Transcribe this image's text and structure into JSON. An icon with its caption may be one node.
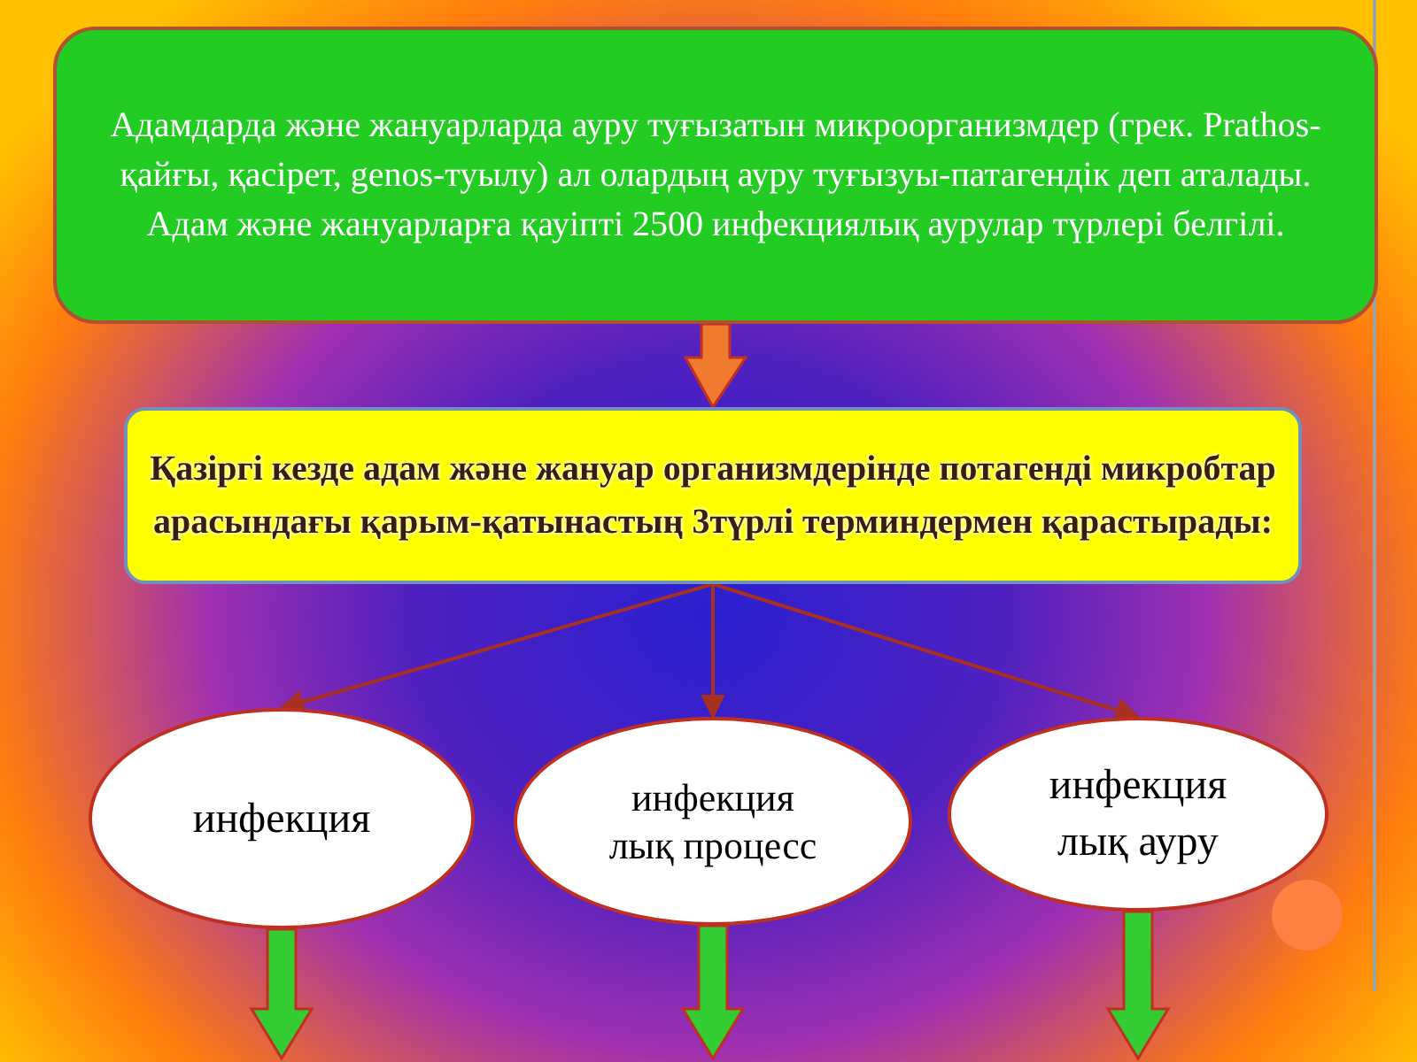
{
  "diagram": {
    "nodes": [
      {
        "text": [
          "Адамдарда және жануарларда ауру туғызатын микроорганизмдер (грек. Prathos-қайғы, қасірет, genos-туылу) ал олардың ауру туғызуы-патагендік деп аталады. Адам және жануарларға қауіпті 2500 инфекциялық аурулар түрлері белгілі."
        ]
      },
      {
        "text": [
          "Қазіргі кезде адам және жануар организмдерінде потагенді микробтар арасындағы қарым-қатынастың 3түрлі терминдермен қарастырады:"
        ]
      },
      {
        "text": [
          "инфекция"
        ]
      },
      {
        "text": [
          "инфекция лық процесс"
        ]
      },
      {
        "text": [
          "инфекция лық ауру"
        ]
      }
    ],
    "edges": [
      {
        "from": 0,
        "to": 1,
        "arrow": "to",
        "style": "thick",
        "color": "#f07a30"
      },
      {
        "from": 1,
        "to": 2,
        "arrow": "to"
      },
      {
        "from": 1,
        "to": 3,
        "arrow": "to"
      },
      {
        "from": 1,
        "to": 4,
        "arrow": "to"
      },
      {
        "from": 2,
        "to": null,
        "arrow": "to",
        "style": "thick",
        "color": "#33cc33"
      },
      {
        "from": 3,
        "to": null,
        "arrow": "to",
        "style": "thick",
        "color": "#33cc33"
      },
      {
        "from": 4,
        "to": null,
        "arrow": "to",
        "style": "thick",
        "color": "#33cc33"
      }
    ]
  }
}
